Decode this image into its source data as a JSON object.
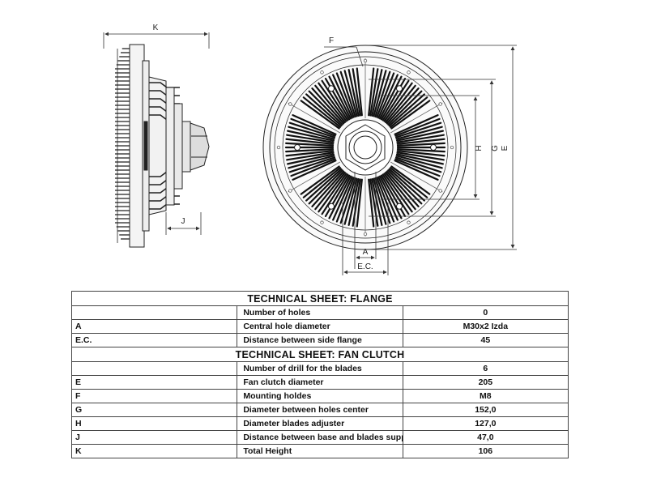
{
  "drawing": {
    "dim_labels": {
      "K": "K",
      "J": "J",
      "F": "F",
      "H": "H",
      "G": "G",
      "E": "E",
      "A": "A",
      "EC": "E.C."
    }
  },
  "flange": {
    "title": "TECHNICAL SHEET: FLANGE",
    "rows": [
      {
        "code": "",
        "label": "Number of holes",
        "value": "0"
      },
      {
        "code": "A",
        "label": "Central hole diameter",
        "value": "M30x2 Izda"
      },
      {
        "code": "E.C.",
        "label": "Distance between side flange",
        "value": "45"
      }
    ]
  },
  "fan_clutch": {
    "title": "TECHNICAL SHEET: FAN CLUTCH",
    "rows": [
      {
        "code": "",
        "label": "Number of drill for the blades",
        "value": "6"
      },
      {
        "code": "E",
        "label": "Fan clutch diameter",
        "value": "205"
      },
      {
        "code": "F",
        "label": "Mounting holdes",
        "value": "M8"
      },
      {
        "code": "G",
        "label": "Diameter between holes center",
        "value": "152,0"
      },
      {
        "code": "H",
        "label": "Diameter blades adjuster",
        "value": "127,0"
      },
      {
        "code": "J",
        "label": "Distance between base and blades support",
        "value": "47,0"
      },
      {
        "code": "K",
        "label": "Total Height",
        "value": "106"
      }
    ]
  }
}
